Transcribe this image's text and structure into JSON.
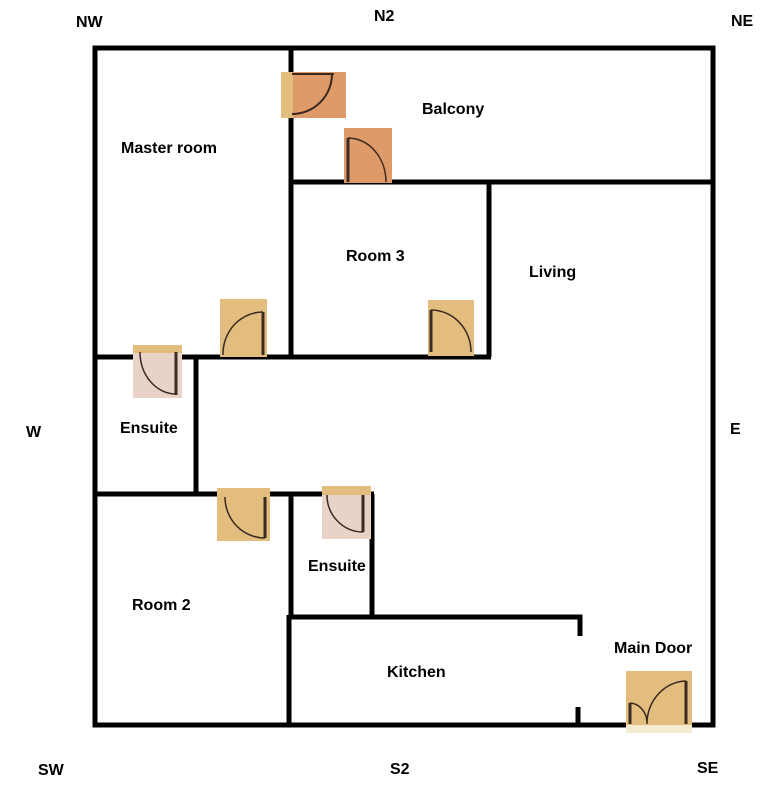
{
  "compass": {
    "nw": "NW",
    "n": "N2",
    "ne": "NE",
    "w": "W",
    "e": "E",
    "sw": "SW",
    "s": "S2",
    "se": "SE"
  },
  "rooms": {
    "master": "Master room",
    "balcony": "Balcony",
    "room3": "Room 3",
    "living": "Living",
    "ensuite1": "Ensuite",
    "ensuite2": "Ensuite",
    "room2": "Room 2",
    "kitchen": "Kitchen",
    "main_door": "Main Door"
  },
  "colors": {
    "wall": "#000000",
    "door_tan": "#e2bd7e",
    "door_orange": "#de9a68",
    "door_pink": "#e9d3c6",
    "door_line": "#3a2a22"
  }
}
